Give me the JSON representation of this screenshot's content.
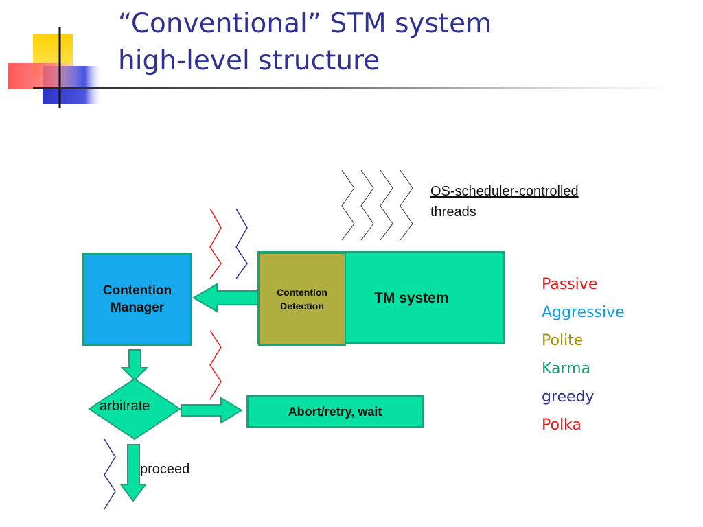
{
  "slide": {
    "title_lines": [
      "“Conventional” STM system",
      "high-level structure"
    ]
  },
  "diagram": {
    "contention_manager": [
      "Contention",
      "Manager"
    ],
    "contention_detection": [
      "Contention",
      "Detection"
    ],
    "tm_system": "TM system",
    "arbitrate": "arbitrate",
    "abort_retry": "Abort/retry, wait",
    "proceed": "proceed",
    "os_threads": {
      "line1": "OS-scheduler-controlled",
      "line2": "threads"
    }
  },
  "strategies": [
    {
      "label": "Passive",
      "color": "#e81818"
    },
    {
      "label": "Aggressive",
      "color": "#0aa0e8"
    },
    {
      "label": "Polite",
      "color": "#a68c00"
    },
    {
      "label": "Karma",
      "color": "#13a074"
    },
    {
      "label": "greedy",
      "color": "#2e3192"
    },
    {
      "label": "Polka",
      "color": "#e81818"
    }
  ],
  "colors": {
    "title": "#2e3192",
    "manager_fill": "#16a9ec",
    "tm_fill": "#06e0a0",
    "detection_fill": "#afae3e",
    "arrow_fill": "#06e0a0",
    "arrow_stroke": "#1aa27d",
    "thread_red": "#e81818",
    "thread_blue": "#2e3192",
    "thread_gray": "#333333"
  },
  "icons": [
    "slide-corner-decoration-icon"
  ]
}
